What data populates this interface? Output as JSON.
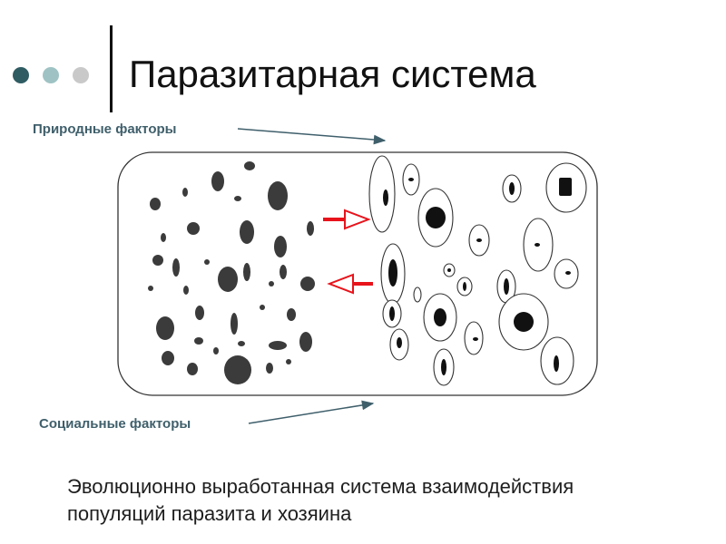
{
  "title": "Паразитарная система",
  "labels": {
    "natural": "Природные факторы",
    "social": "Социальные факторы"
  },
  "caption": {
    "line1": "Эволюционно выработанная система взаимодействия",
    "line2": "популяций паразита и хозяина"
  },
  "colors": {
    "dot1": "#2f5c62",
    "dot2": "#9fc3c4",
    "dot3": "#c9c9c9",
    "accent": "#3f5f6b",
    "red_arrow": "#e8131b"
  }
}
